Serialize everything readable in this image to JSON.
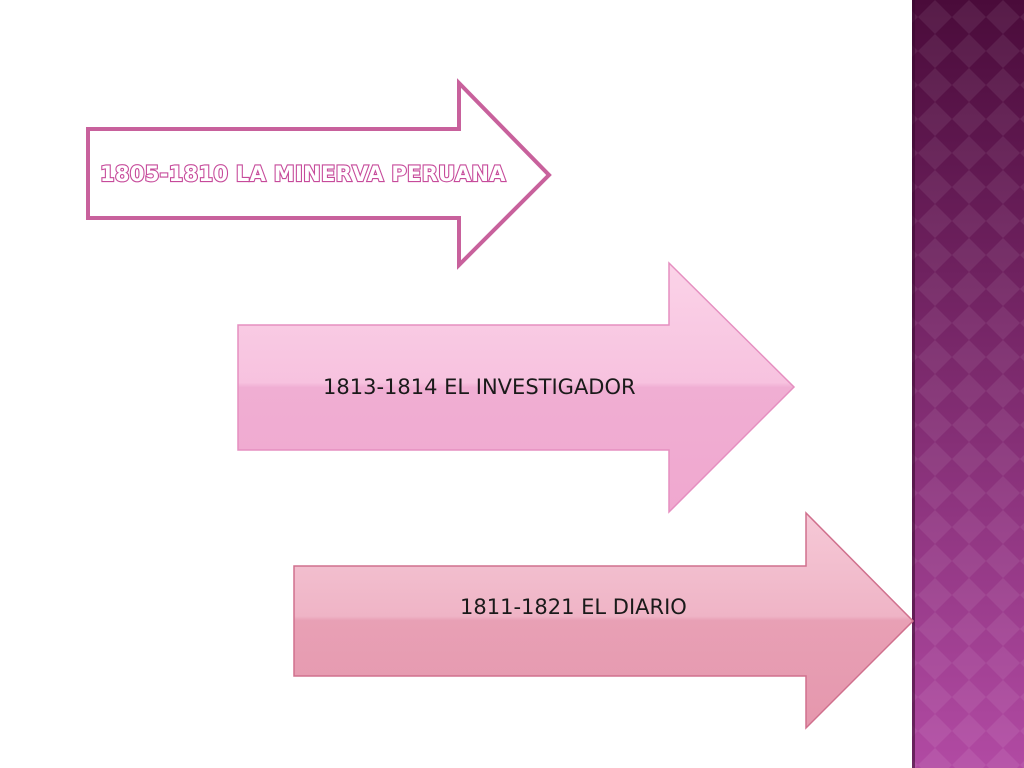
{
  "slide": {
    "arrows": [
      {
        "label": "1805-1810 LA MINERVA PERUANA"
      },
      {
        "label": "1813-1814 EL INVESTIGADOR"
      },
      {
        "label": "1811-1821 EL DIARIO"
      }
    ]
  },
  "colors": {
    "outline_arrow_border": "#c8619c",
    "arrow2_fill_top": "#fbd3e8",
    "arrow2_fill_bottom": "#f0a8cf",
    "arrow3_fill_top": "#f6c9d7",
    "arrow3_fill_bottom": "#e597ad",
    "side_panel_top": "#4a0b3a",
    "side_panel_bottom": "#b14aa3"
  }
}
